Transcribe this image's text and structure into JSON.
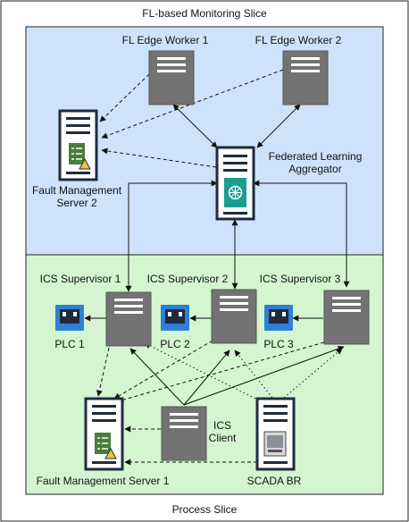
{
  "title_top": "FL-based Monitoring Slice",
  "title_bottom": "Process Slice",
  "colors": {
    "monitoring_bg": "#cfe2fb",
    "process_bg": "#d4f5d0",
    "server_fill": "#737373",
    "server_line": "#ffffff",
    "icon_dark": "#1f2b3d",
    "ai_chip": "#1a9e8f",
    "plc_blue": "#2f80d4",
    "fault_green": "#4a7d3b",
    "warning_yellow": "#f2c230"
  },
  "nodes": {
    "fl_edge_worker_1": "FL Edge Worker 1",
    "fl_edge_worker_2": "FL Edge Worker 2",
    "fl_aggregator": "Federated Learning\nAggregator",
    "fault_mgmt_server_2": "Fault Management\nServer 2",
    "ics_supervisor_1": "ICS Supervisor 1",
    "ics_supervisor_2": "ICS Supervisor 2",
    "ics_supervisor_3": "ICS Supervisor 3",
    "plc_1": "PLC 1",
    "plc_2": "PLC 2",
    "plc_3": "PLC 3",
    "fault_mgmt_server_1": "Fault Management Server 1",
    "ics_client": "ICS\nClient",
    "scada_br": "SCADA BR"
  }
}
